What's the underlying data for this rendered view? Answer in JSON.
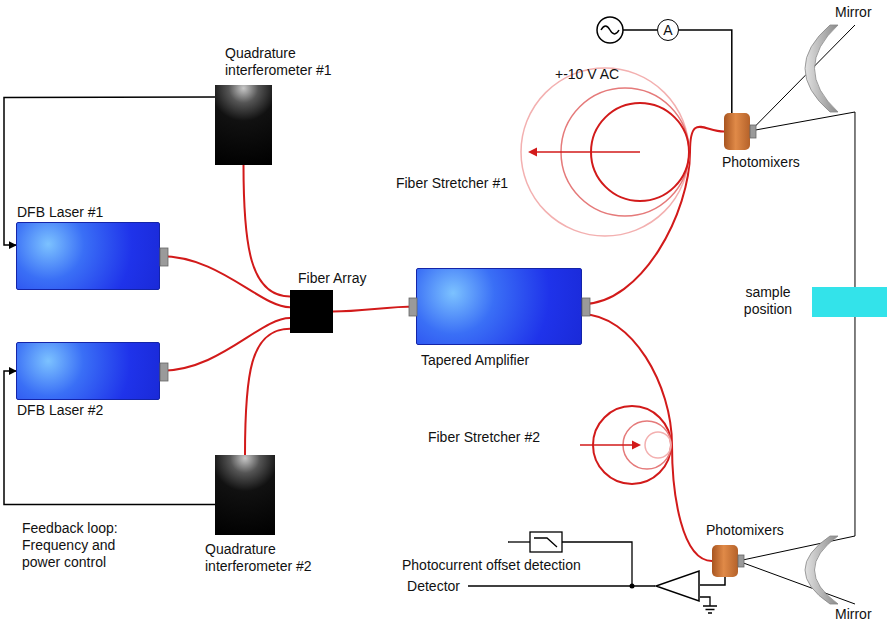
{
  "diagram": {
    "nodes": [
      {
        "text": [
          "Quadrature interferometer #1"
        ]
      },
      {
        "text": [
          "A"
        ]
      },
      {
        "text": [
          "Photomixers"
        ]
      },
      {
        "text": [
          "Mirror"
        ]
      },
      {
        "text": [
          "Fiber Stretcher #1"
        ]
      },
      {
        "text": [
          "DFB Laser #1"
        ]
      },
      {
        "text": [
          "Fiber Array"
        ]
      },
      {
        "text": [
          "Tapered Amplifier"
        ]
      },
      {
        "text": [
          "sample position"
        ]
      },
      {
        "text": [
          "DFB Laser #2"
        ]
      },
      {
        "text": [
          "Fiber Stretcher #2"
        ]
      },
      {
        "text": [
          "Quadrature interferometer #2"
        ]
      },
      {
        "text": [
          "Photomixers"
        ]
      },
      {
        "text": [
          "Detector"
        ]
      },
      {
        "text": [
          "Mirror"
        ]
      }
    ],
    "edges": [
      {
        "from": 0,
        "to": 5,
        "arrow": "to"
      },
      {
        "from": 11,
        "to": 9,
        "arrow": "to"
      },
      {
        "from": 5,
        "to": 6,
        "arrow": "none"
      },
      {
        "from": 9,
        "to": 6,
        "arrow": "none"
      },
      {
        "from": 0,
        "to": 6,
        "arrow": "none"
      },
      {
        "from": 11,
        "to": 6,
        "arrow": "none"
      },
      {
        "from": 6,
        "to": 7,
        "arrow": "none"
      },
      {
        "from": 7,
        "to": 4,
        "arrow": "none"
      },
      {
        "from": 4,
        "to": 2,
        "arrow": "none"
      },
      {
        "from": 7,
        "to": 10,
        "arrow": "none"
      },
      {
        "from": 10,
        "to": 12,
        "arrow": "none"
      },
      {
        "from": 1,
        "to": 2,
        "arrow": "none"
      },
      {
        "from": 2,
        "to": 3,
        "arrow": "none"
      },
      {
        "from": 3,
        "to": 14,
        "arrow": "none"
      },
      {
        "from": 14,
        "to": 12,
        "arrow": "none"
      },
      {
        "from": 12,
        "to": 13,
        "arrow": "none"
      }
    ],
    "labels": [
      "+-10 V AC",
      "Feedback loop: Frequency and power control",
      "Photocurrent offset detection"
    ]
  }
}
